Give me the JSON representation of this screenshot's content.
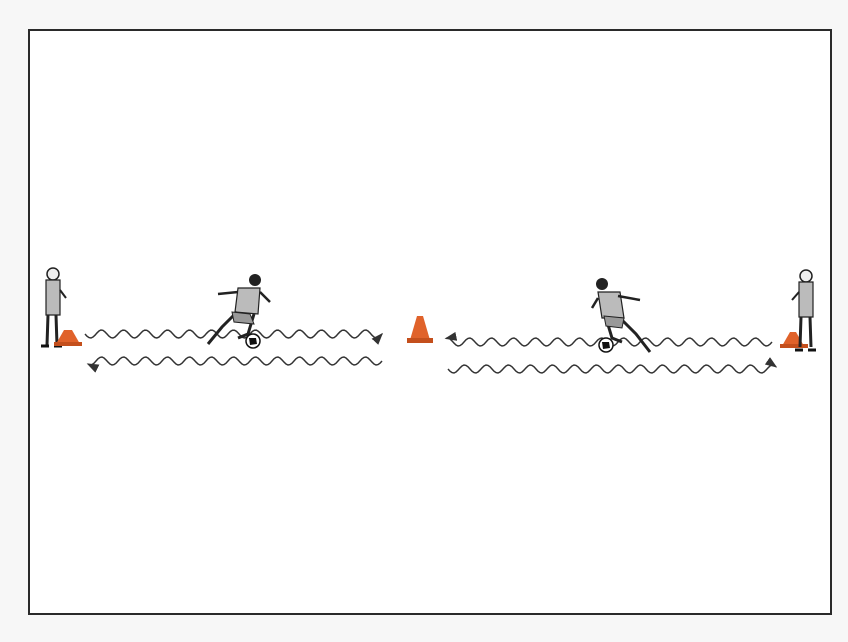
{
  "diagram": {
    "type": "soccer-dribbling-drill",
    "field": {
      "outline_color": "#2a2a2a",
      "background": "#ffffff"
    },
    "colors": {
      "cone": "#e0622a",
      "path": "#333333",
      "player": "#222222",
      "ball": "#111111"
    },
    "elements": [
      "waiting-player-left",
      "cone-left",
      "dribbling-player-left",
      "center-cone",
      "dribbling-player-right",
      "cone-right",
      "waiting-player-right"
    ]
  }
}
